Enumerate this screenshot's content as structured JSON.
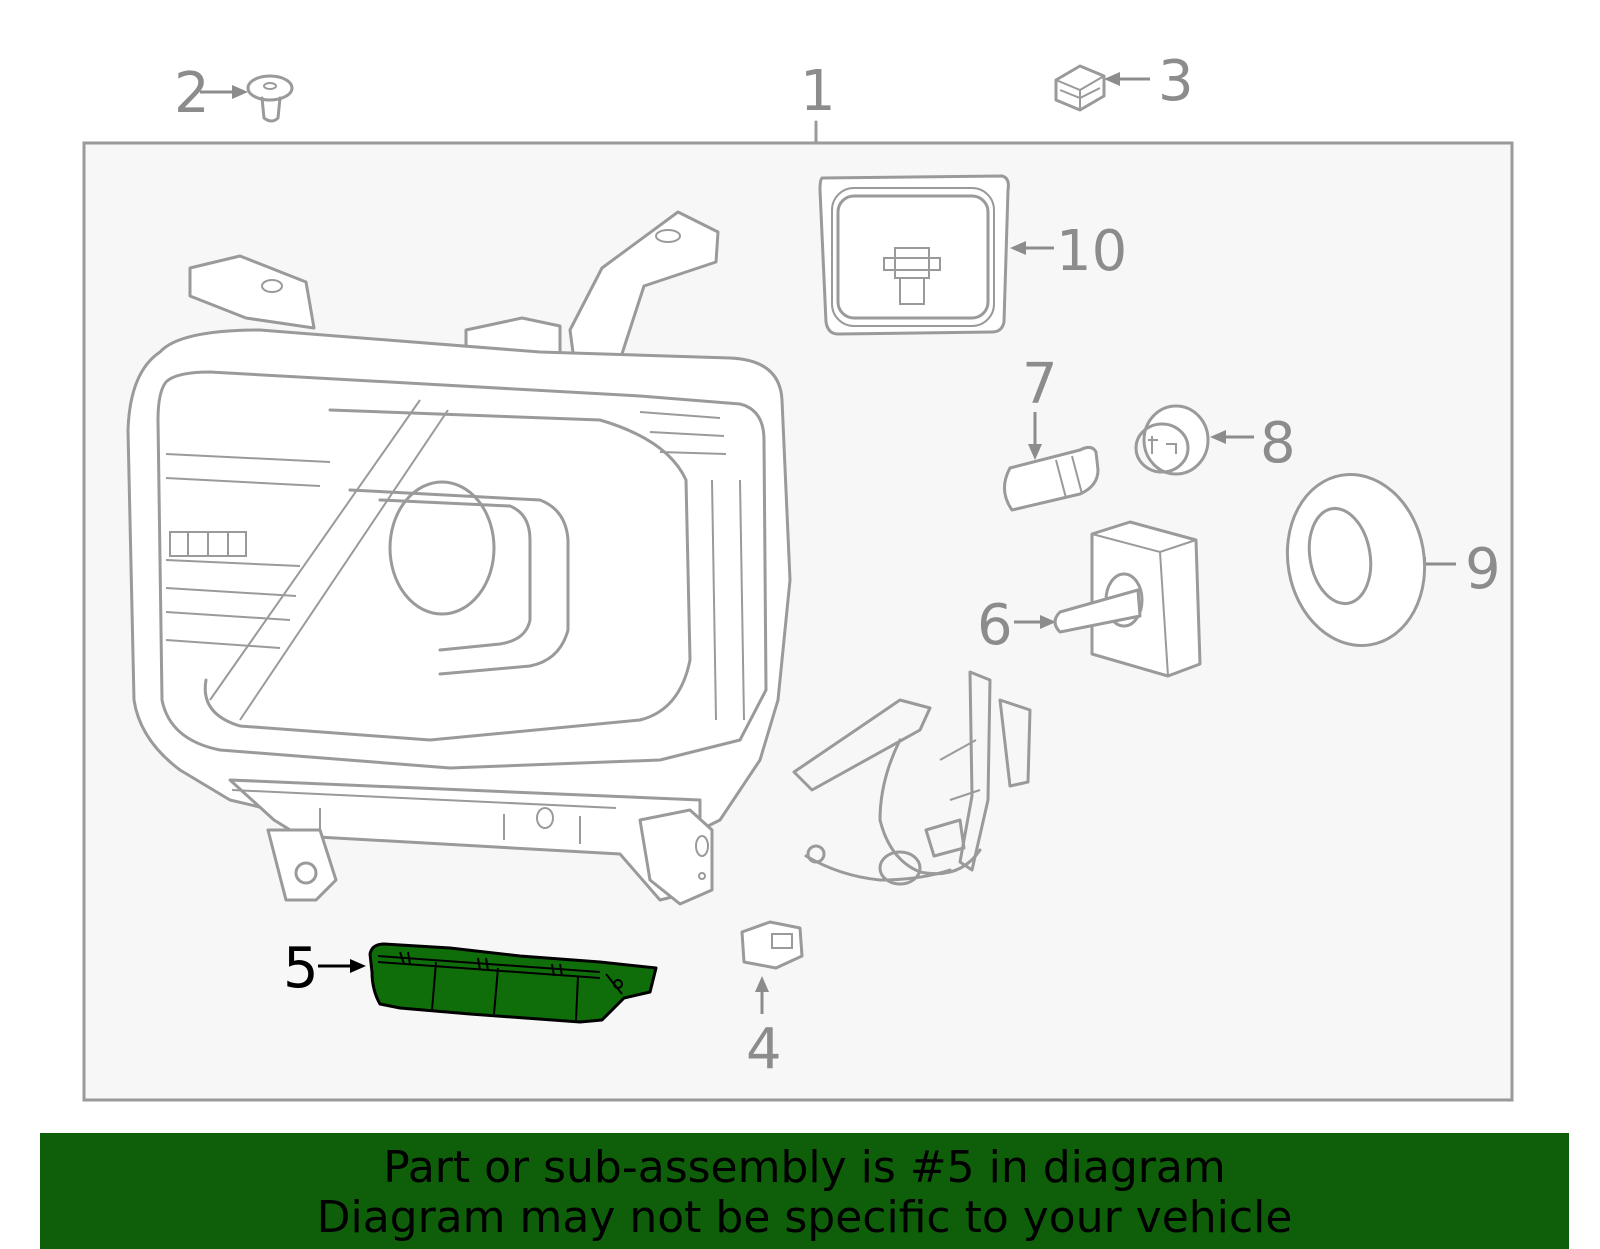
{
  "diagram": {
    "callouts": {
      "c1": "1",
      "c2": "2",
      "c3": "3",
      "c4": "4",
      "c5": "5",
      "c6": "6",
      "c7": "7",
      "c8": "8",
      "c9": "9",
      "c10": "10"
    },
    "highlighted_part": "5",
    "highlight_color": "#0f6e0a"
  },
  "banner": {
    "line1": "Part or sub-assembly is #5 in diagram",
    "line2": "Diagram may not be specific to your vehicle",
    "background": "#0f5f0a"
  }
}
